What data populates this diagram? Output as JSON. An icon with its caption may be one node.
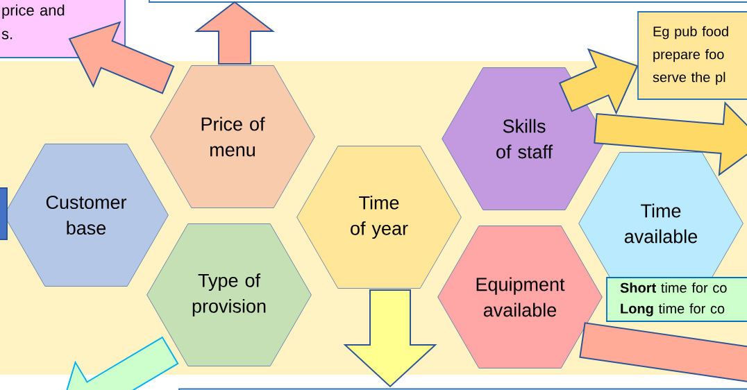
{
  "diagram": {
    "nodes": [
      {
        "text": [
          "price and s."
        ]
      },
      {
        "text": [],
        "shape": "box"
      },
      {
        "text": [
          "Eg pub food prepare foo serve the pl"
        ]
      },
      {
        "text": [
          "**Short** time for co **Long** time for co"
        ]
      },
      {
        "text": [],
        "shape": "box"
      },
      {
        "text": [
          "Customer base"
        ]
      },
      {
        "text": [
          "Price of menu"
        ]
      },
      {
        "text": [
          "Type of provision"
        ]
      },
      {
        "text": [
          "Time of year"
        ]
      },
      {
        "text": [
          "Skills of staff"
        ]
      },
      {
        "text": [
          "Equipment available"
        ]
      },
      {
        "text": [
          "Time available"
        ]
      }
    ],
    "edges": [
      {
        "from": 6,
        "to": 0,
        "arrow": "to",
        "color": "#ffab97"
      },
      {
        "from": 6,
        "to": 1,
        "arrow": "to",
        "color": "#ffab97"
      },
      {
        "from": 9,
        "to": 2,
        "arrow": "to",
        "color": "#ffd966"
      },
      {
        "from": 9,
        "to": null,
        "arrow": "to",
        "color": "#ffd966"
      },
      {
        "from": 10,
        "to": null,
        "arrow": "none",
        "color": "#ffab97"
      },
      {
        "from": 8,
        "to": 4,
        "arrow": "to",
        "color": "#ffff8f"
      },
      {
        "from": 7,
        "to": null,
        "arrow": "to",
        "color": "#ccffcc"
      },
      {
        "from": null,
        "to": 5,
        "arrow": "none",
        "color": "#4472c4"
      }
    ]
  }
}
